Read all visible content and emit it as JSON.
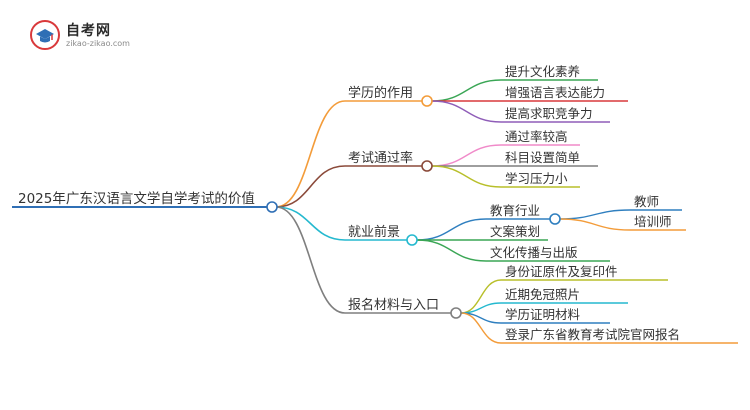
{
  "logo": {
    "title": "自考网",
    "subtitle": "zikao-zikao.com"
  },
  "mindmap": {
    "root": "2025年广东汉语言文学自学考试的价值",
    "branches": [
      {
        "label": "学历的作用",
        "color": "#f39c3a",
        "children": [
          {
            "label": "提升文化素养",
            "color": "#3aa655"
          },
          {
            "label": "增强语言表达能力",
            "color": "#d9393b"
          },
          {
            "label": "提高求职竞争力",
            "color": "#8f5db8"
          }
        ]
      },
      {
        "label": "考试通过率",
        "color": "#8b4a3a",
        "children": [
          {
            "label": "通过率较高",
            "color": "#f08ac9"
          },
          {
            "label": "科目设置简单",
            "color": "#7f7f7f"
          },
          {
            "label": "学习压力小",
            "color": "#b8bf2a"
          }
        ]
      },
      {
        "label": "就业前景",
        "color": "#25b9cf",
        "children": [
          {
            "label": "教育行业",
            "color": "#2f7fbf",
            "children": [
              {
                "label": "教师",
                "color": "#2f7fbf"
              },
              {
                "label": "培训师",
                "color": "#f39c3a"
              }
            ]
          },
          {
            "label": "文案策划",
            "color": "#3aa655"
          },
          {
            "label": "文化传播与出版",
            "color": "#3aa655"
          }
        ]
      },
      {
        "label": "报名材料与入口",
        "color": "#7f7f7f",
        "children": [
          {
            "label": "身份证原件及复印件",
            "color": "#b8bf2a"
          },
          {
            "label": "近期免冠照片",
            "color": "#25b9cf"
          },
          {
            "label": "学历证明材料",
            "color": "#2f7fbf"
          },
          {
            "label": "登录广东省教育考试院官网报名",
            "color": "#f39c3a"
          }
        ]
      }
    ]
  }
}
